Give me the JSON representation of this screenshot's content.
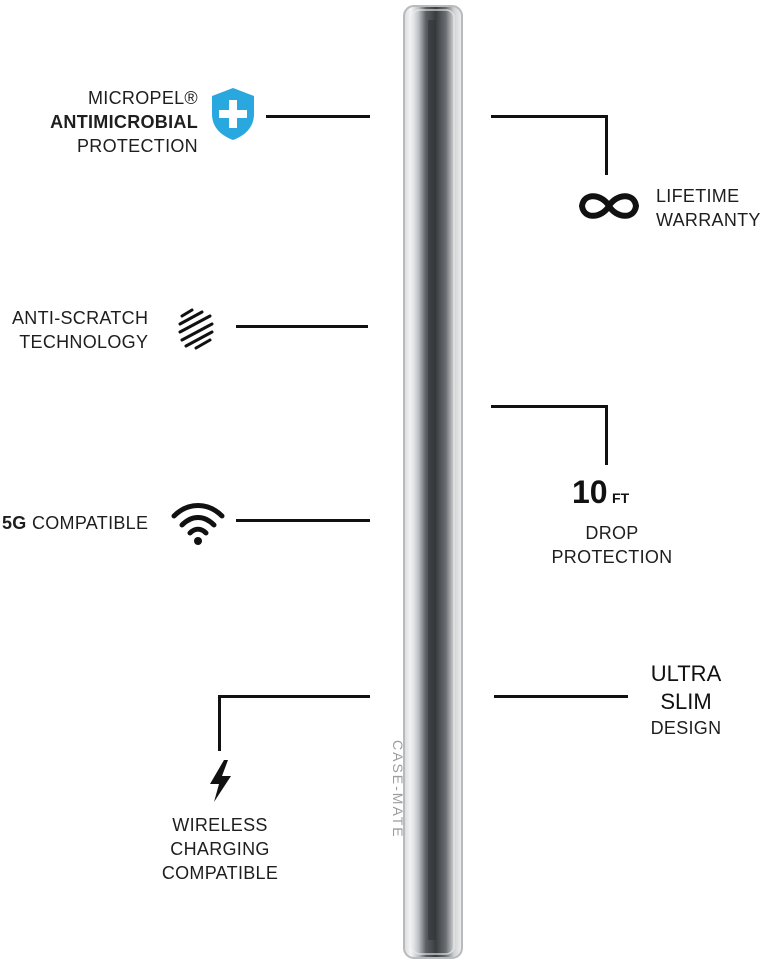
{
  "brand": "CASE-MATE",
  "features": {
    "antimicrobial": {
      "line1": "MICROPEL®",
      "line2": "ANTIMICROBIAL",
      "line3": "PROTECTION"
    },
    "warranty": {
      "line1": "LIFETIME",
      "line2": "WARRANTY"
    },
    "scratch": {
      "line1": "ANTI-SCRATCH",
      "line2": "TECHNOLOGY"
    },
    "drop": {
      "number": "10",
      "unit": "FT",
      "line1": "DROP",
      "line2": "PROTECTION"
    },
    "fiveg": {
      "bold": "5G",
      "text": "COMPATIBLE"
    },
    "slim": {
      "line1": "ULTRA",
      "line2": "SLIM",
      "line3": "DESIGN"
    },
    "wireless": {
      "line1": "WIRELESS",
      "line2": "CHARGING",
      "line3": "COMPATIBLE"
    }
  },
  "colors": {
    "shield": "#29a8e0",
    "ink": "#111111"
  },
  "icons": [
    "shield-plus-icon",
    "infinity-icon",
    "scratch-icon",
    "wifi-icon",
    "lightning-icon"
  ]
}
